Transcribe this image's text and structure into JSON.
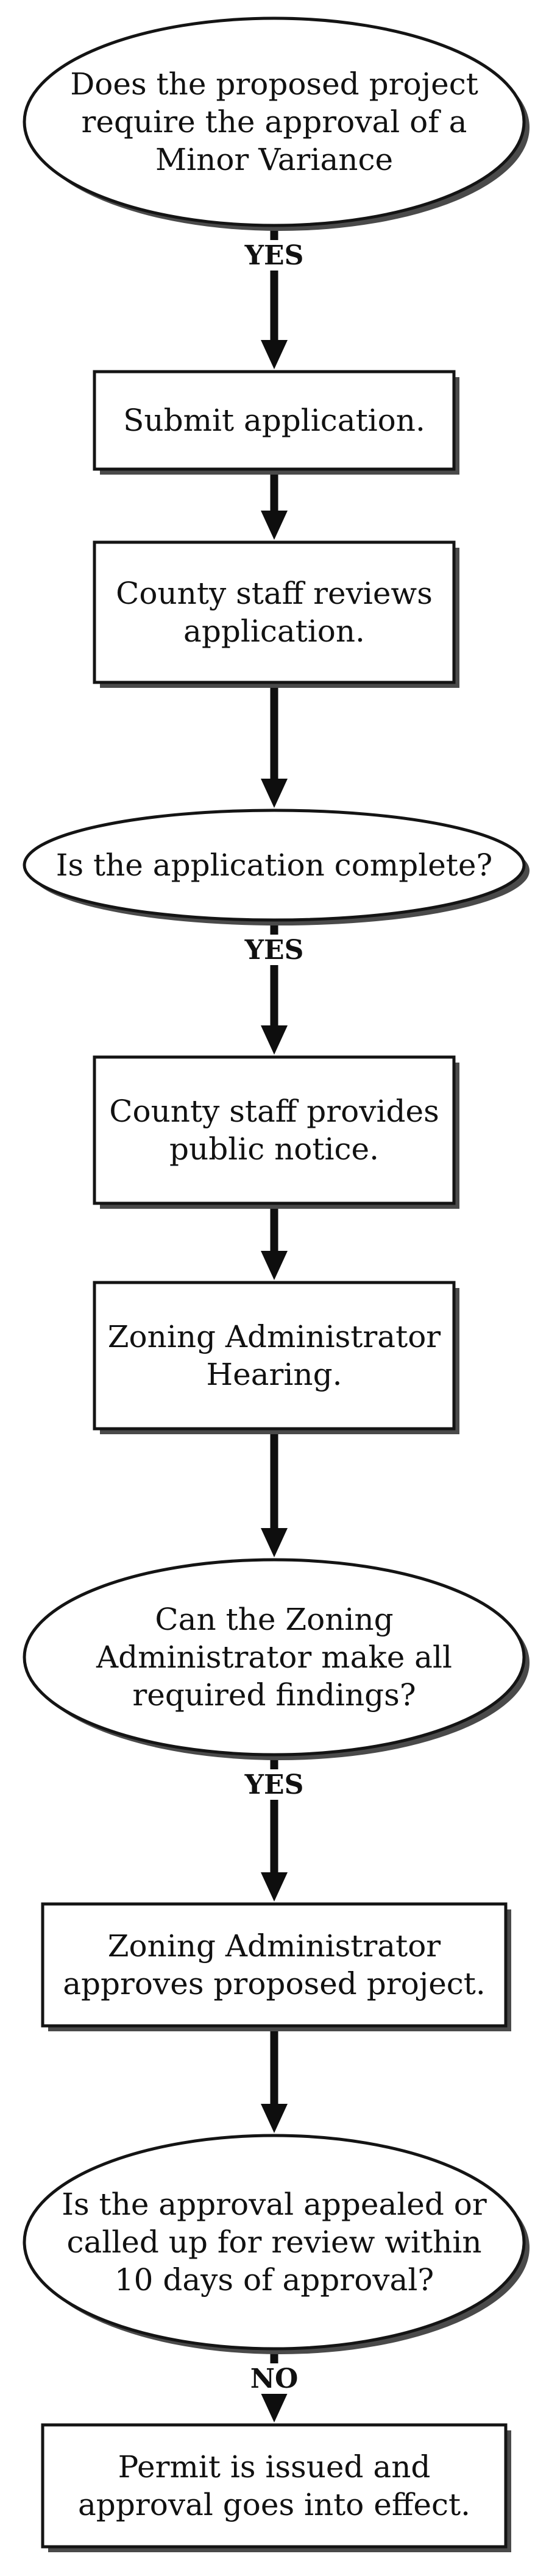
{
  "nodes": [
    {
      "id": "n1",
      "type": "decision",
      "lines": [
        "Does the proposed project",
        "require the approval of a",
        "Minor Variance"
      ]
    },
    {
      "id": "n2",
      "type": "process",
      "lines": [
        "Submit application."
      ]
    },
    {
      "id": "n3",
      "type": "process",
      "lines": [
        "County staff reviews",
        "application."
      ]
    },
    {
      "id": "n4",
      "type": "decision",
      "lines": [
        "Is the application complete?"
      ]
    },
    {
      "id": "n5",
      "type": "process",
      "lines": [
        "County staff provides",
        "public notice."
      ]
    },
    {
      "id": "n6",
      "type": "process",
      "lines": [
        "Zoning Administrator",
        "Hearing."
      ]
    },
    {
      "id": "n7",
      "type": "decision",
      "lines": [
        "Can the Zoning",
        "Administrator make all",
        "required findings?"
      ]
    },
    {
      "id": "n8",
      "type": "process",
      "lines": [
        "Zoning Administrator",
        "approves proposed project."
      ]
    },
    {
      "id": "n9",
      "type": "decision",
      "lines": [
        "Is the approval appealed or",
        "called up for review within",
        "10 days of approval?"
      ]
    },
    {
      "id": "n10",
      "type": "process",
      "lines": [
        "Permit is issued and",
        "approval goes into effect."
      ]
    }
  ],
  "edges": [
    {
      "from": "n1",
      "to": "n2",
      "label": "YES"
    },
    {
      "from": "n2",
      "to": "n3",
      "label": ""
    },
    {
      "from": "n3",
      "to": "n4",
      "label": ""
    },
    {
      "from": "n4",
      "to": "n5",
      "label": "YES"
    },
    {
      "from": "n5",
      "to": "n6",
      "label": ""
    },
    {
      "from": "n6",
      "to": "n7",
      "label": ""
    },
    {
      "from": "n7",
      "to": "n8",
      "label": "YES"
    },
    {
      "from": "n8",
      "to": "n9",
      "label": ""
    },
    {
      "from": "n9",
      "to": "n10",
      "label": "NO"
    }
  ],
  "colors": {
    "stroke": "#141414",
    "fill": "#ffffff",
    "shadow": "#4a4a4a",
    "text": "#111111"
  }
}
